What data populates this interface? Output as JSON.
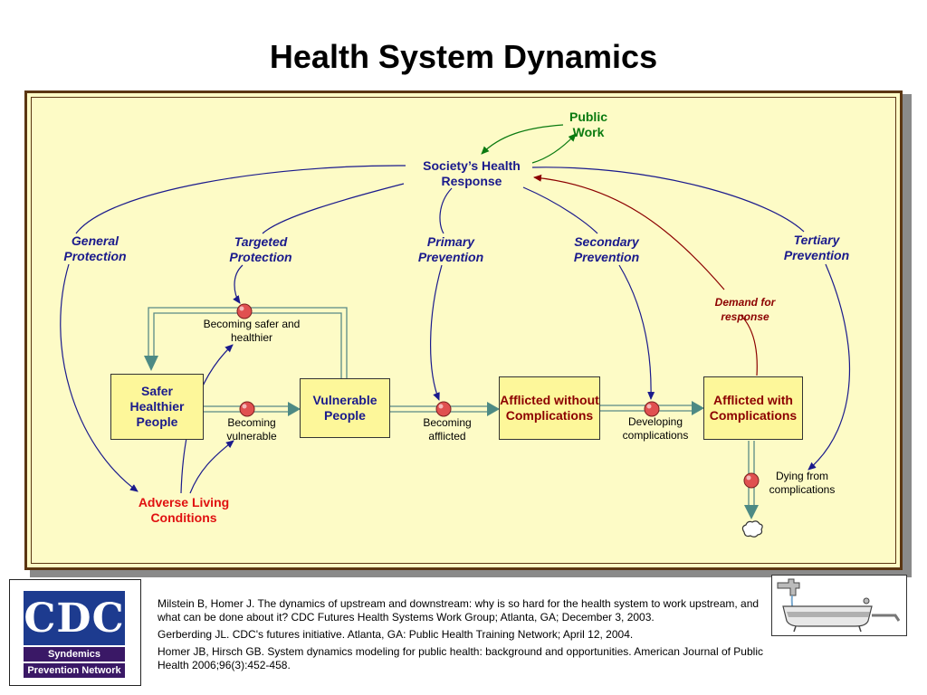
{
  "title": "Health System Dynamics",
  "diagram": {
    "response": "Society’s Health Response",
    "public_work": "Public Work",
    "policies": {
      "general": "General Protection",
      "targeted": "Targeted Protection",
      "primary": "Primary Prevention",
      "secondary": "Secondary Prevention",
      "tertiary": "Tertiary Prevention"
    },
    "demand": "Demand for response",
    "stocks": {
      "safer": "Safer Healthier People",
      "vulnerable": "Vulnerable People",
      "afflicted_without": "Afflicted without Complications",
      "afflicted_with": "Afflicted with Complications"
    },
    "flows": {
      "becoming_safer": "Becoming safer and healthier",
      "becoming_vulnerable": "Becoming vulnerable",
      "becoming_afflicted": "Becoming afflicted",
      "developing": "Developing complications",
      "dying": "Dying from complications"
    },
    "adverse": "Adverse Living Conditions"
  },
  "logo": {
    "text": "CDC",
    "band1": "Syndemics",
    "band2": "Prevention Network"
  },
  "references": [
    "Milstein B, Homer J. The dynamics of upstream and downstream: why is so hard for the health system to work upstream, and what can be done about it? CDC Futures Health Systems Work Group; Atlanta, GA; December 3, 2003.",
    "Gerberding JL. CDC's futures initiative. Atlanta, GA: Public Health Training Network; April 12, 2004.",
    "Homer JB, Hirsch GB. System dynamics modeling for public health: background and opportunities. American Journal of Public Health 2006;96(3):452-458."
  ],
  "colors": {
    "panel_bg": "#fdfbc6",
    "panel_border": "#5b3612",
    "stock_bg": "#fdf79a",
    "arrow_blue": "#1a1a8c",
    "arrow_green": "#0a7a10",
    "arrow_maroon": "#8c0000",
    "pipe": "#5a8a86",
    "pipe_head": "#4d8a84",
    "valve": "#e05050"
  },
  "icons": {
    "cloud": "cloud-sink-icon",
    "valve": "flow-valve-icon",
    "bathtub": "bathtub-icon"
  }
}
